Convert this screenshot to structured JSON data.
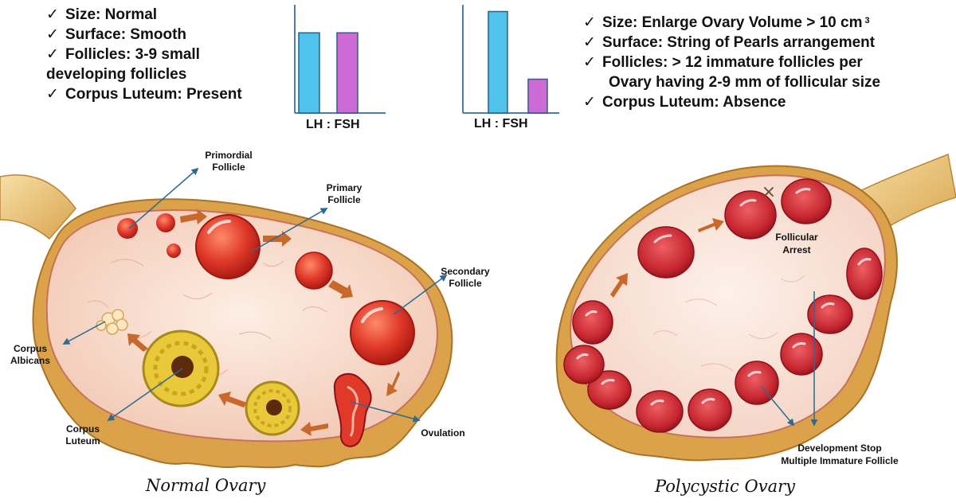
{
  "normal": {
    "features": [
      "Size: Normal",
      "Surface: Smooth",
      "Follicles: 3-9 small",
      "developing follicles",
      "Corpus Luteum: Present"
    ],
    "ratio_label": "LH : FSH",
    "caption": "Normal Ovary",
    "labels": {
      "primordial_1": "Primordial",
      "primordial_2": "Follicle",
      "primary_1": "Primary",
      "primary_2": "Follicle",
      "secondary_1": "Secondary",
      "secondary_2": "Follicle",
      "albicans_1": "Corpus",
      "albicans_2": "Albicans",
      "luteum_1": "Corpus",
      "luteum_2": "Luteum",
      "ovulation": "Ovulation"
    }
  },
  "polycystic": {
    "features_1": "Size: Enlarge Ovary Volume > 10 cm",
    "features_1_sup": "3",
    "features_2": "Surface: String of Pearls arrangement",
    "features_3": "Follicles: > 12 immature follicles per",
    "features_4": "Ovary having  2-9 mm of follicular size",
    "features_5": "Corpus Luteum: Absence",
    "ratio_label": "LH : FSH",
    "caption": "Polycystic Ovary",
    "labels": {
      "arrest_1": "Follicular",
      "arrest_2": "Arrest",
      "stop_1": "Development Stop",
      "stop_2": "Multiple Immature Follicle",
      "arrest_marker": "×"
    }
  },
  "chart_data": [
    {
      "type": "bar",
      "categories": [
        "LH",
        "FSH"
      ],
      "values": [
        1,
        1
      ],
      "ylim": [
        0,
        1.35
      ],
      "xlabel": "LH : FSH",
      "colors": [
        "#4fc3ec",
        "#cc6bd6"
      ]
    },
    {
      "type": "bar",
      "categories": [
        "LH",
        "FSH"
      ],
      "values": [
        3,
        1
      ],
      "ylim": [
        0,
        3.2
      ],
      "xlabel": "LH : FSH",
      "colors": [
        "#4fc3ec",
        "#cc6bd6"
      ]
    }
  ],
  "colors": {
    "tissue": "#f6d6c5",
    "capsule": "#d49a3e",
    "ligament": "#e9c27d",
    "follicle": "#e0392a",
    "luteum": "#e9c93a",
    "arrow_line": "#2a6a93",
    "stage_arrow": "#c8682a"
  }
}
